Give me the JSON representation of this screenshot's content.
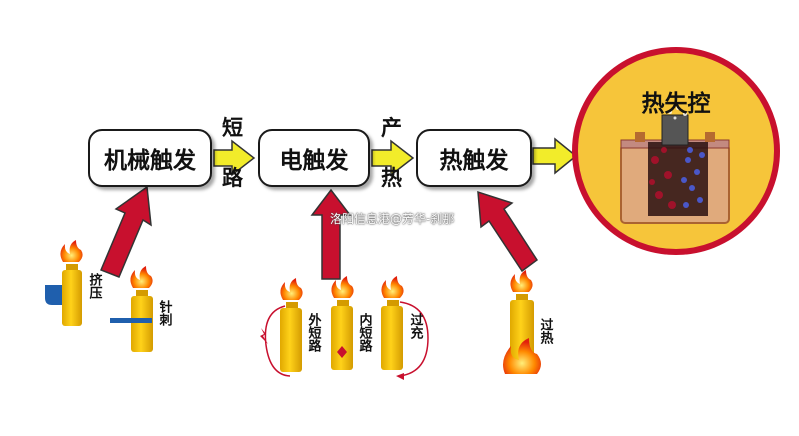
{
  "stages": {
    "mechanical": "机械触发",
    "electrical": "电触发",
    "thermal": "热触发",
    "runaway": "热失控"
  },
  "transitions": {
    "short_circuit_1": "短",
    "short_circuit_2": "路",
    "heat_gen_1": "产",
    "heat_gen_2": "热"
  },
  "causes": {
    "crush": "挤压",
    "nail": "针刺",
    "external_short": "外短路",
    "internal_short": "内短路",
    "overcharge": "过充",
    "overheat": "过热"
  },
  "watermark": "洛阳信息港@芳华-刹那",
  "colors": {
    "arrow_yellow": "#f2ec2a",
    "arrow_red": "#c8102e",
    "battery_yellow": "#f7c500",
    "circle_fill": "#f6c53a",
    "circle_border": "#c8102e"
  }
}
